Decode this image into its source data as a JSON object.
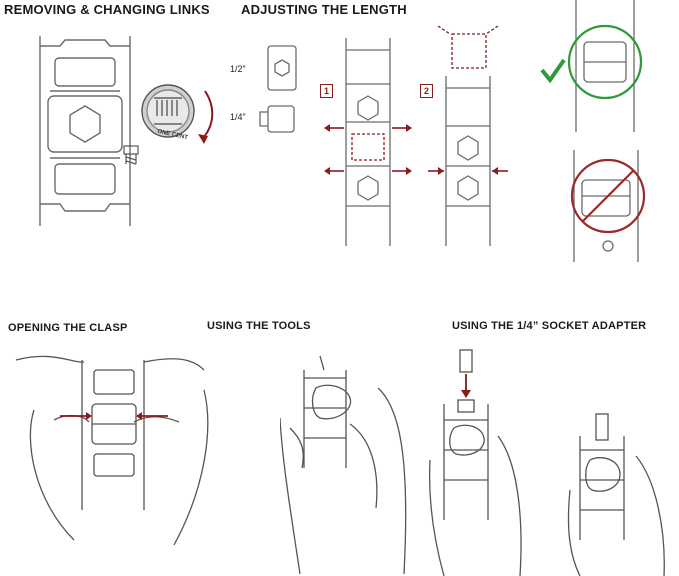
{
  "headings": {
    "removing": "REMOVING & CHANGING LINKS",
    "adjusting": "ADJUSTING THE LENGTH",
    "opening": "OPENING THE CLASP",
    "tools": "USING THE TOOLS",
    "socket": "USING THE 1/4” SOCKET ADAPTER"
  },
  "labels": {
    "half_inch": "1/2”",
    "quarter_inch": "1/4”",
    "step1": "1",
    "step2": "2",
    "coin_text": "ONE CENT"
  },
  "colors": {
    "line": "#6b6b6b",
    "accent": "#8b1a1a",
    "ok": "#2e9a3a",
    "no": "#9b2a2a"
  },
  "icons": {
    "ok": "checkmark-icon",
    "no": "prohibited-icon",
    "rotate": "rotate-arrow-icon"
  }
}
